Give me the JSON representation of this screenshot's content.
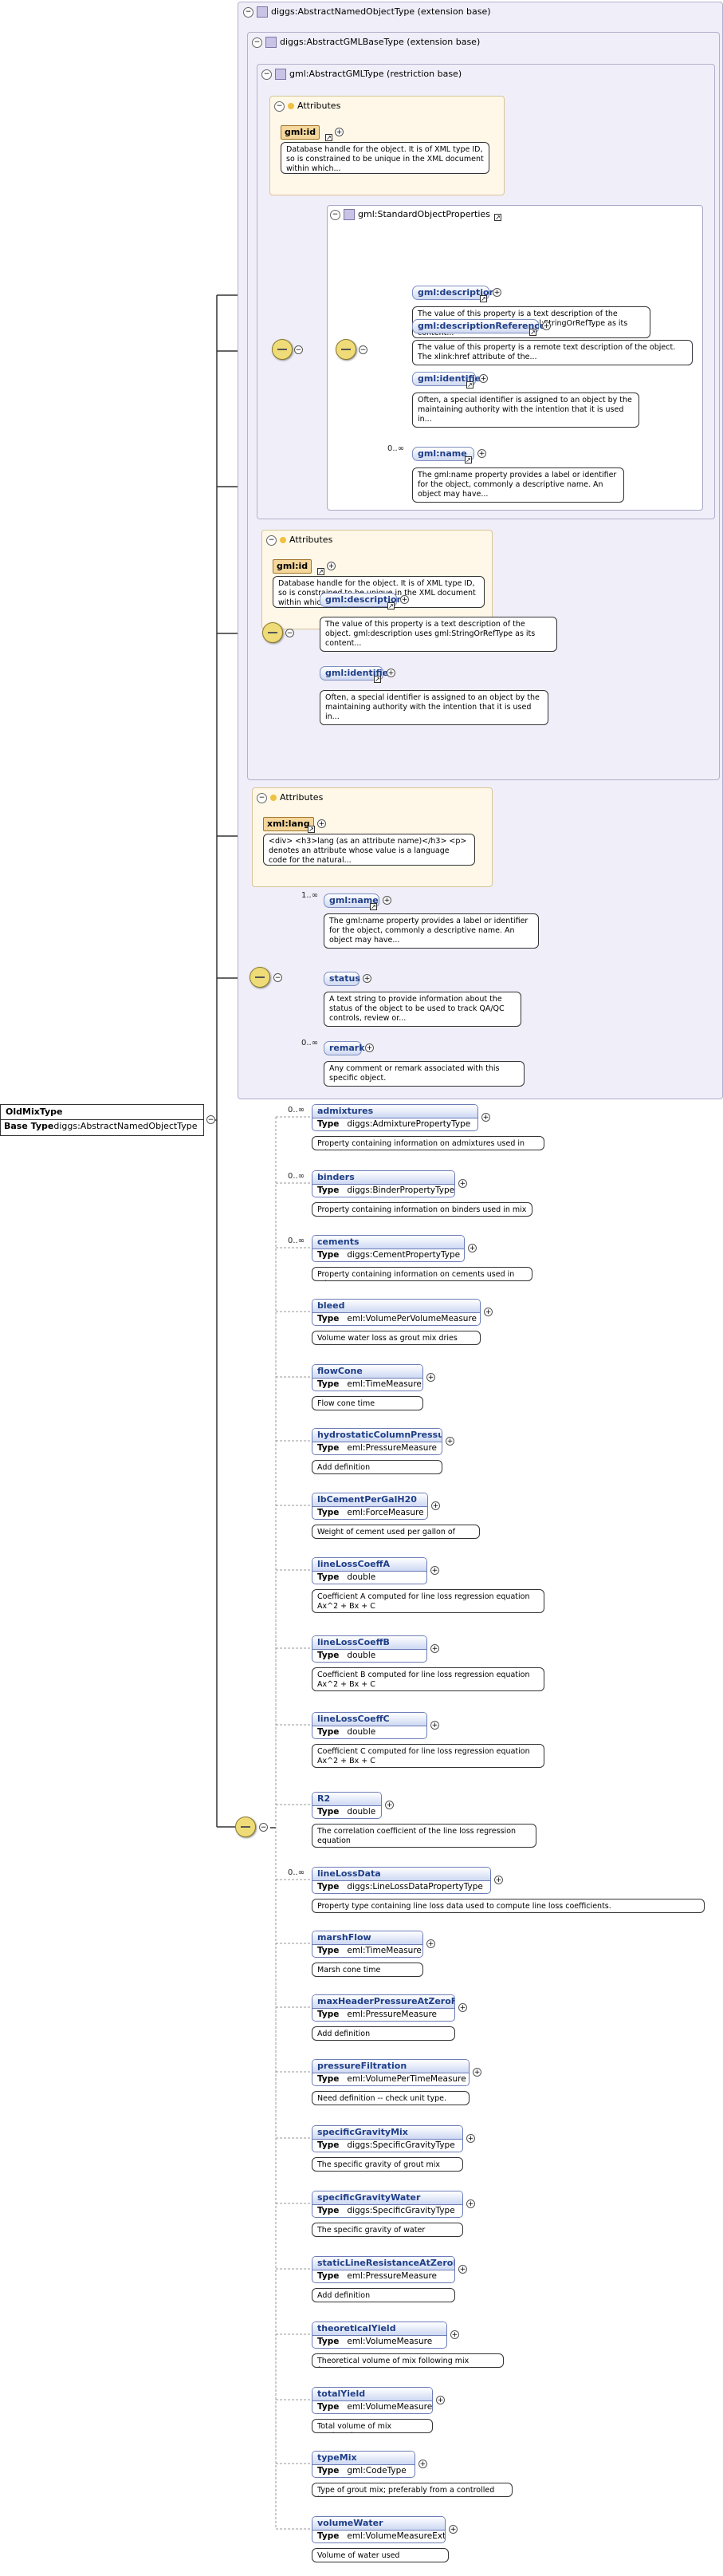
{
  "root": {
    "name": "OldMixType",
    "base_label": "Base Type",
    "base_value": "diggs:AbstractNamedObjectType"
  },
  "ext_named": {
    "title": "diggs:AbstractNamedObjectType (extension base)"
  },
  "ext_gml_base": {
    "title": "diggs:AbstractGMLBaseType (extension base)"
  },
  "restr_gml": {
    "title": "gml:AbstractGMLType (restriction base)"
  },
  "attributes_label": "Attributes",
  "attr_gml_id": {
    "name": "gml:id",
    "desc": "Database handle for the object. It is of XML type ID, so is constrained to be unique in the XML document within which..."
  },
  "std_props": {
    "title": "gml:StandardObjectProperties"
  },
  "inner_props": [
    {
      "name": "gml:description",
      "desc": "The value of this property is a text description of the object. gml:description uses gml:StringOrRefType as its content..."
    },
    {
      "name": "gml:descriptionReference",
      "desc": "The value of this property is a remote text description of the object. The xlink:href attribute of the..."
    },
    {
      "name": "gml:identifier",
      "desc": "Often, a special identifier is assigned to an object by the maintaining authority with the intention that it is used in..."
    },
    {
      "name": "gml:name",
      "card": "0..∞",
      "desc": "The gml:name property provides a label or identifier for the object, commonly a descriptive name. An object may have..."
    }
  ],
  "attr_gml_id_2": {
    "name": "gml:id",
    "desc": "Database handle for the object. It is of XML type ID, so is constrained to be unique in the XML document within which..."
  },
  "mid_props": [
    {
      "name": "gml:description",
      "desc": "The value of this property is a text description of the object. gml:description uses gml:StringOrRefType as its content..."
    },
    {
      "name": "gml:identifier",
      "desc": "Often, a special identifier is assigned to an object by the maintaining authority with the intention that it is used in..."
    }
  ],
  "attr_xml_lang": {
    "name": "xml:lang",
    "desc": "<div> <h3>lang (as an attribute name)</h3> <p> denotes an attribute whose value is a language code for the natural..."
  },
  "named_props": [
    {
      "name": "gml:name",
      "card": "1..∞",
      "desc": "The gml:name property provides a label or identifier for the object, commonly a descriptive name. An object may have..."
    },
    {
      "name": "status",
      "card": "",
      "desc": "A text string to provide information about the status of the object to be used to track QA/QC controls, review or..."
    },
    {
      "name": "remark",
      "card": "0..∞",
      "desc": "Any comment or remark associated with this specific object."
    }
  ],
  "type_label": "Type",
  "elements": [
    {
      "name": "admixtures",
      "card": "0..∞",
      "type": "diggs:AdmixturePropertyType",
      "desc": "Property containing information on admixtures used in mix"
    },
    {
      "name": "binders",
      "card": "0..∞",
      "type": "diggs:BinderPropertyType",
      "desc": "Property containing information on binders used in mix"
    },
    {
      "name": "cements",
      "card": "0..∞",
      "type": "diggs:CementPropertyType",
      "desc": "Property containing information on cements used in mix"
    },
    {
      "name": "bleed",
      "card": "",
      "type": "eml:VolumePerVolumeMeasure",
      "desc": "Volume water loss as grout mix dries"
    },
    {
      "name": "flowCone",
      "card": "",
      "type": "eml:TimeMeasure",
      "desc": "Flow cone time"
    },
    {
      "name": "hydrostaticColumnPressure",
      "card": "",
      "type": "eml:PressureMeasure",
      "desc": "Add definition"
    },
    {
      "name": "lbCementPerGalH20",
      "card": "",
      "type": "eml:ForceMeasure",
      "desc": "Weight of cement used per gallon of water."
    },
    {
      "name": "lineLossCoeffA",
      "card": "",
      "type": "double",
      "desc": "Coefficient A computed for line loss regression equation Ax^2 + Bx + C"
    },
    {
      "name": "lineLossCoeffB",
      "card": "",
      "type": "double",
      "desc": "Coefficient B computed for line loss regression equation Ax^2 + Bx + C"
    },
    {
      "name": "lineLossCoeffC",
      "card": "",
      "type": "double",
      "desc": "Coefficient C computed for line loss regression equation Ax^2 + Bx + C"
    },
    {
      "name": "R2",
      "card": "",
      "type": "double",
      "desc": "The correlation coefficient of the line loss regression equation"
    },
    {
      "name": "lineLossData",
      "card": "0..∞",
      "type": "diggs:LineLossDataPropertyType",
      "desc": "Property type containing line loss data used to compute line loss coefficients."
    },
    {
      "name": "marshFlow",
      "card": "",
      "type": "eml:TimeMeasure",
      "desc": "Marsh cone time"
    },
    {
      "name": "maxHeaderPressureAtZeroFlow",
      "card": "",
      "type": "eml:PressureMeasure",
      "desc": "Add definition"
    },
    {
      "name": "pressureFiltration",
      "card": "",
      "type": "eml:VolumePerTimeMeasure",
      "desc": "Need definition -- check unit type."
    },
    {
      "name": "specificGravityMix",
      "card": "",
      "type": "diggs:SpecificGravityType",
      "desc": "The specific gravity of grout mix"
    },
    {
      "name": "specificGravityWater",
      "card": "",
      "type": "diggs:SpecificGravityType",
      "desc": "The specific gravity of water"
    },
    {
      "name": "staticLineResistanceAtZeroFlow",
      "card": "",
      "type": "eml:PressureMeasure",
      "desc": "Add definition"
    },
    {
      "name": "theoreticalYield",
      "card": "",
      "type": "eml:VolumeMeasure",
      "desc": "Theoretical volume of mix following mix formula"
    },
    {
      "name": "totalYield",
      "card": "",
      "type": "eml:VolumeMeasure",
      "desc": "Total volume of mix produced"
    },
    {
      "name": "typeMix",
      "card": "",
      "type": "gml:CodeType",
      "desc": "Type of grout mix; preferably from a controlled list"
    },
    {
      "name": "volumeWater",
      "card": "",
      "type": "eml:VolumeMeasureExt",
      "desc": "Volume of water used"
    }
  ]
}
